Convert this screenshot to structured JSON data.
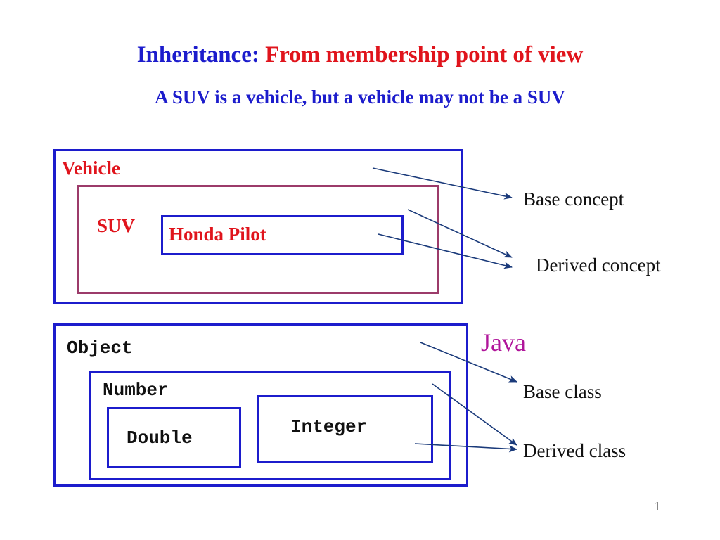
{
  "title": {
    "part1": "Inheritance:",
    "part2": "From membership point of view"
  },
  "subtitle": "A SUV is a vehicle, but a vehicle may not be a SUV",
  "top_diagram": {
    "outer_label": "Vehicle",
    "middle_label": "SUV",
    "inner_label": "Honda Pilot",
    "base_label": "Base concept",
    "derived_label": "Derived concept"
  },
  "bottom_diagram": {
    "language": "Java",
    "outer_label": "Object",
    "middle_label": "Number",
    "left_label": "Double",
    "right_label": "Integer",
    "base_label": "Base class",
    "derived_label": "Derived class"
  },
  "page_number": "1",
  "colors": {
    "title_blue": "#1c1ccc",
    "title_red": "#e0141c",
    "box_blue": "#1c1ccc",
    "box_maroon": "#9c3b6a",
    "java_magenta": "#b0159a",
    "arrow_navy": "#1a3a7a"
  }
}
